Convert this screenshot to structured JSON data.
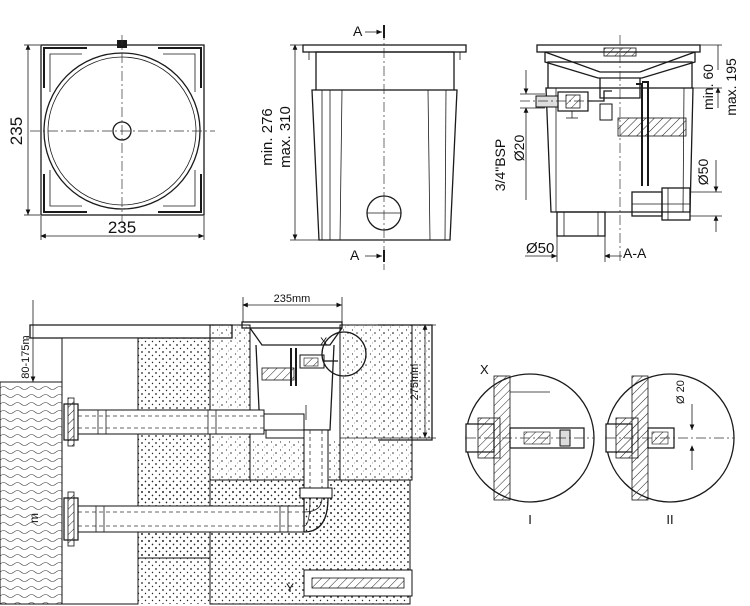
{
  "top_view": {
    "width_label": "235",
    "height_label": "235"
  },
  "front_view": {
    "section_mark_top": "A",
    "section_mark_bottom": "A",
    "height_min": "min. 276",
    "height_max": "max. 310"
  },
  "section_view": {
    "height_min": "min. 60",
    "height_max": "max. 195",
    "thread_label": "3/4\"BSP",
    "dia_20": "Ø20",
    "dia_50_right": "Ø50",
    "dia_50_bottom": "Ø50",
    "section_name": "A-A"
  },
  "installation": {
    "width_label": "235mm",
    "depth_label": "275mm",
    "water_level": "80-175m",
    "pipe_label": "m",
    "detail_marker": "X"
  },
  "details": {
    "marker": "X",
    "detail_1": "I",
    "detail_2": "II",
    "dia_20": "Ø 20"
  },
  "legend": {
    "marker": "Y"
  }
}
